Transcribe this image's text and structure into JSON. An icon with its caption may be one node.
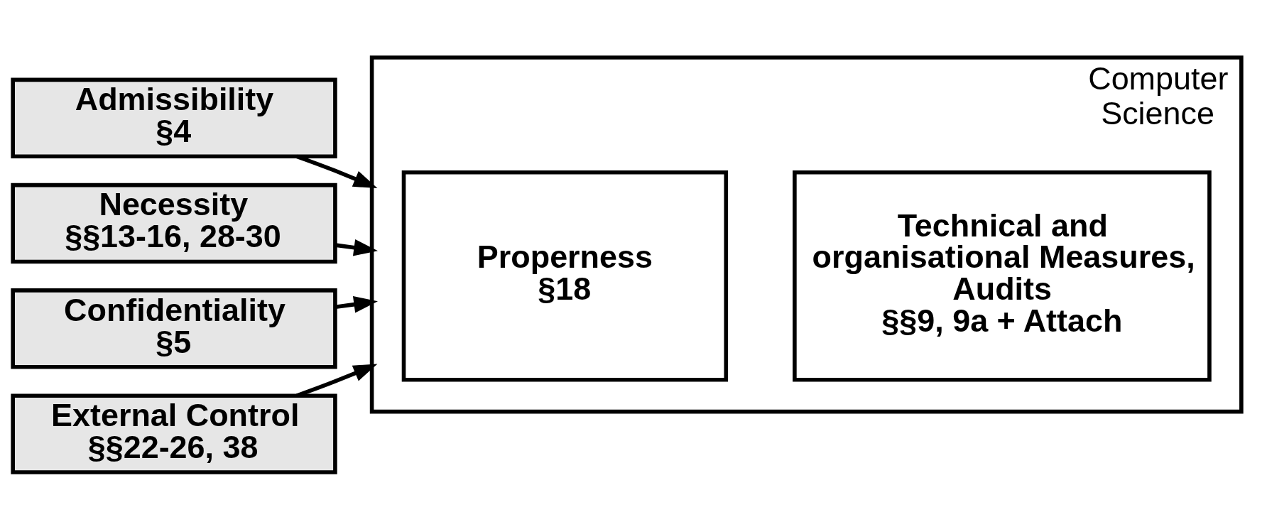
{
  "diagram": {
    "nodes": [
      {
        "text": [
          "Admissibility",
          "§4"
        ]
      },
      {
        "text": [
          "Necessity",
          "§§13-16, 28-30"
        ]
      },
      {
        "text": [
          "Confidentiality",
          "§5"
        ]
      },
      {
        "text": [
          "External Control",
          "§§22-26, 38"
        ]
      },
      {
        "text": [
          "Computer Science"
        ]
      },
      {
        "text": [
          "Properness",
          "§18"
        ],
        "in": 4
      },
      {
        "text": [
          "Technical and organisational Measures, Audits",
          "§§9, 9a + Attach"
        ],
        "in": 4
      }
    ],
    "edges": [
      {
        "from": 0,
        "to": 4,
        "arrow": "to"
      },
      {
        "from": 1,
        "to": 4,
        "arrow": "to"
      },
      {
        "from": 2,
        "to": 4,
        "arrow": "to"
      },
      {
        "from": 3,
        "to": 4,
        "arrow": "to"
      }
    ]
  }
}
